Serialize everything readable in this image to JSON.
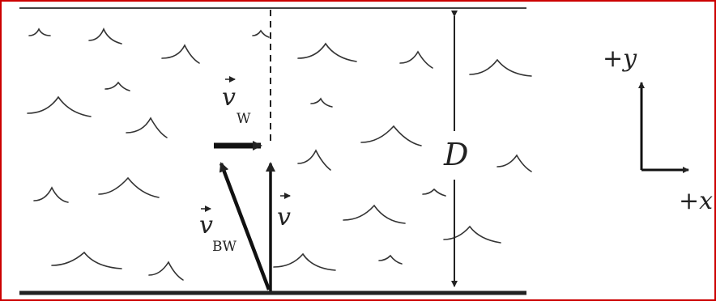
{
  "labels": {
    "v_w": "v",
    "v_w_sub": "W",
    "v_bw": "v",
    "v_bw_sub": "BW",
    "v": "v",
    "distance": "D",
    "axis_y": "+y",
    "axis_x": "+x"
  },
  "colors": {
    "frame": "#cc0000",
    "ink": "#222222",
    "background": "#ffffff"
  },
  "icons": {
    "wave": "wave-mark",
    "arrow": "vector-arrow"
  }
}
